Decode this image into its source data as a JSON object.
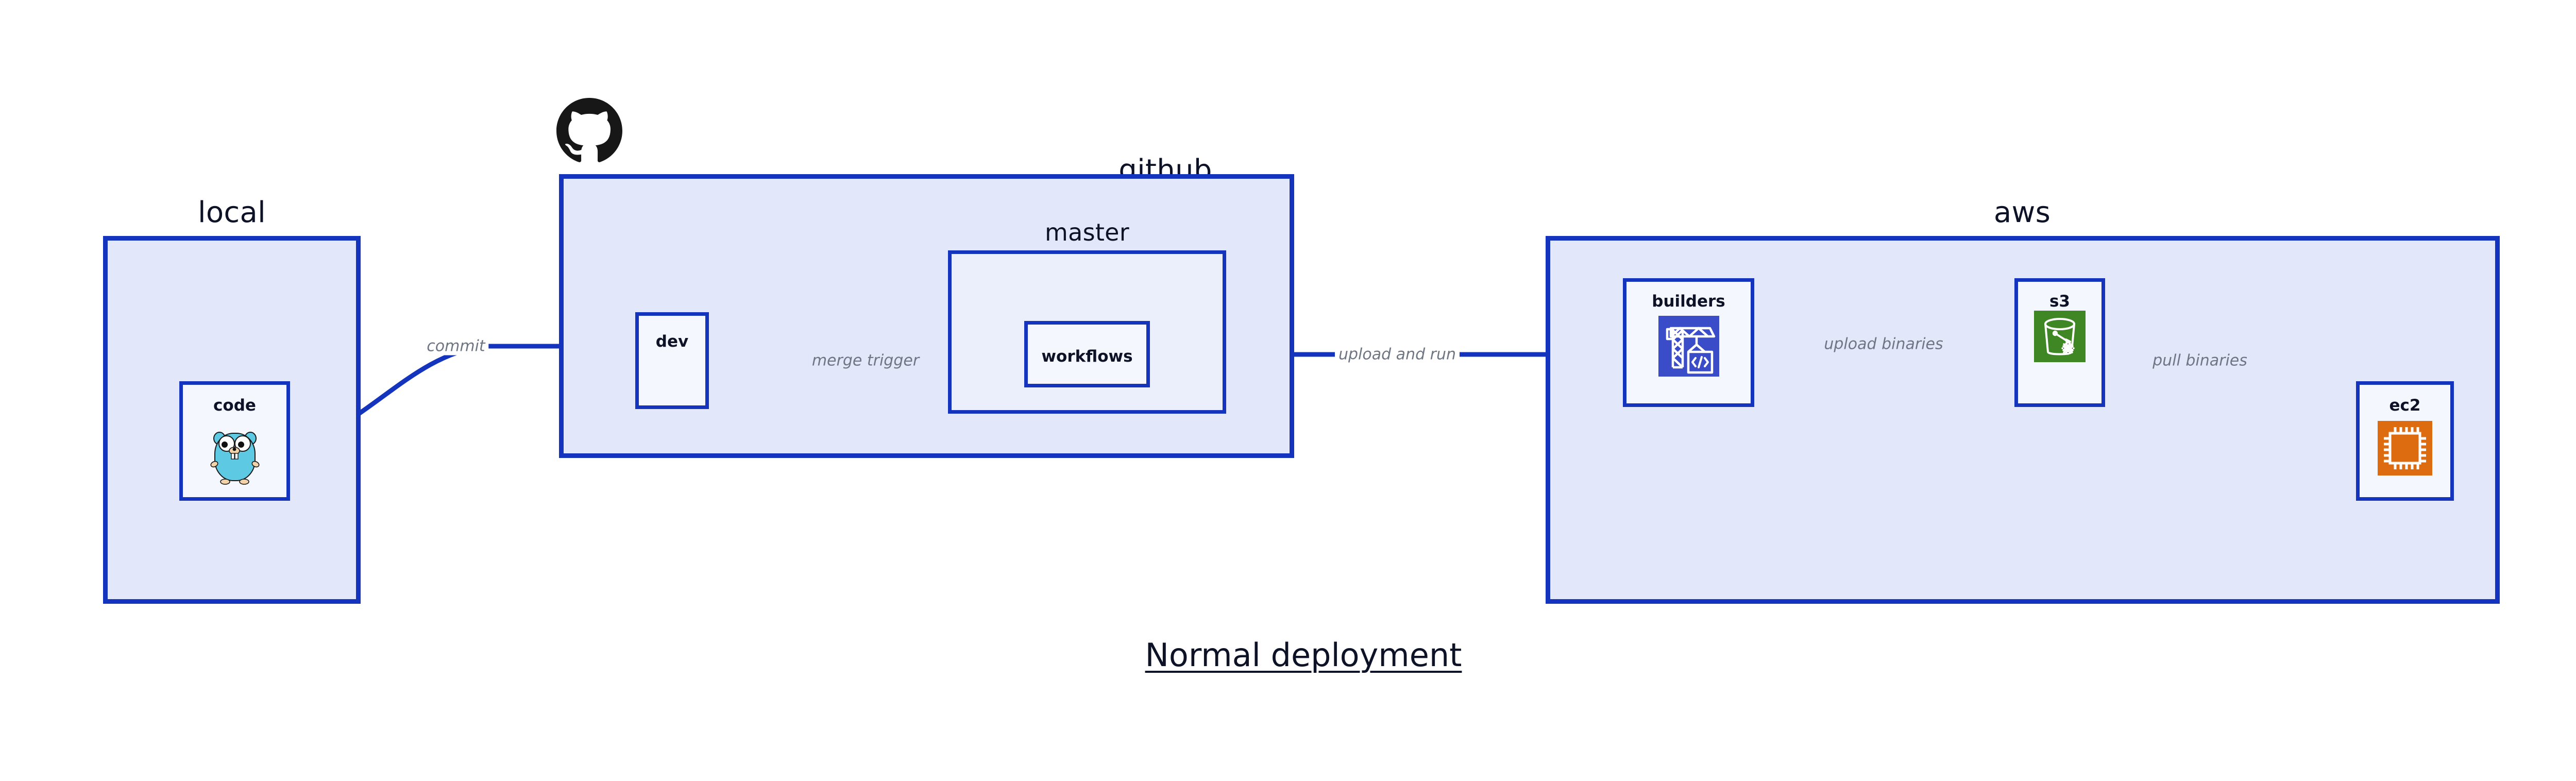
{
  "title": "Normal deployment",
  "colors": {
    "border": "#1434BE",
    "zone_fill": "#E2E7FA",
    "subzone_fill": "#EAEFFB",
    "node_fill": "#F4F7FD",
    "label_text": "#0D1226",
    "edge_label_text": "#6E7684",
    "builders_icon_bg": "#3B4CC8",
    "s3_icon_bg": "#3F8624",
    "ec2_icon_bg": "#DD6B10",
    "gopher_body": "#5DC9E2",
    "github_logo": "#181717"
  },
  "zones": [
    {
      "id": "local",
      "label": "local"
    },
    {
      "id": "github",
      "label": "github"
    },
    {
      "id": "aws",
      "label": "aws"
    }
  ],
  "subzones": [
    {
      "id": "master",
      "label": "master"
    }
  ],
  "nodes": [
    {
      "id": "code",
      "label": "code",
      "icon": "go-gopher-icon",
      "zone": "local"
    },
    {
      "id": "dev",
      "label": "dev",
      "icon": null,
      "zone": "github"
    },
    {
      "id": "workflows",
      "label": "workflows",
      "icon": null,
      "zone": "master"
    },
    {
      "id": "builders",
      "label": "builders",
      "icon": "aws-builders-icon",
      "zone": "aws"
    },
    {
      "id": "s3",
      "label": "s3",
      "icon": "aws-s3-icon",
      "zone": "aws"
    },
    {
      "id": "ec2",
      "label": "ec2",
      "icon": "aws-ec2-icon",
      "zone": "aws"
    }
  ],
  "edges": [
    {
      "id": "commit",
      "from": "code",
      "to": "dev",
      "label": "commit"
    },
    {
      "id": "merge-trigger",
      "from": "dev",
      "to": "workflows",
      "label": "merge trigger"
    },
    {
      "id": "upload-and-run",
      "from": "workflows",
      "to": "builders",
      "label": "upload and run"
    },
    {
      "id": "upload-binaries",
      "from": "builders",
      "to": "s3",
      "label": "upload binaries"
    },
    {
      "id": "pull-binaries",
      "from": "s3",
      "to": "ec2",
      "label": "pull binaries"
    }
  ],
  "icons": {
    "github": "github-octocat-icon"
  }
}
